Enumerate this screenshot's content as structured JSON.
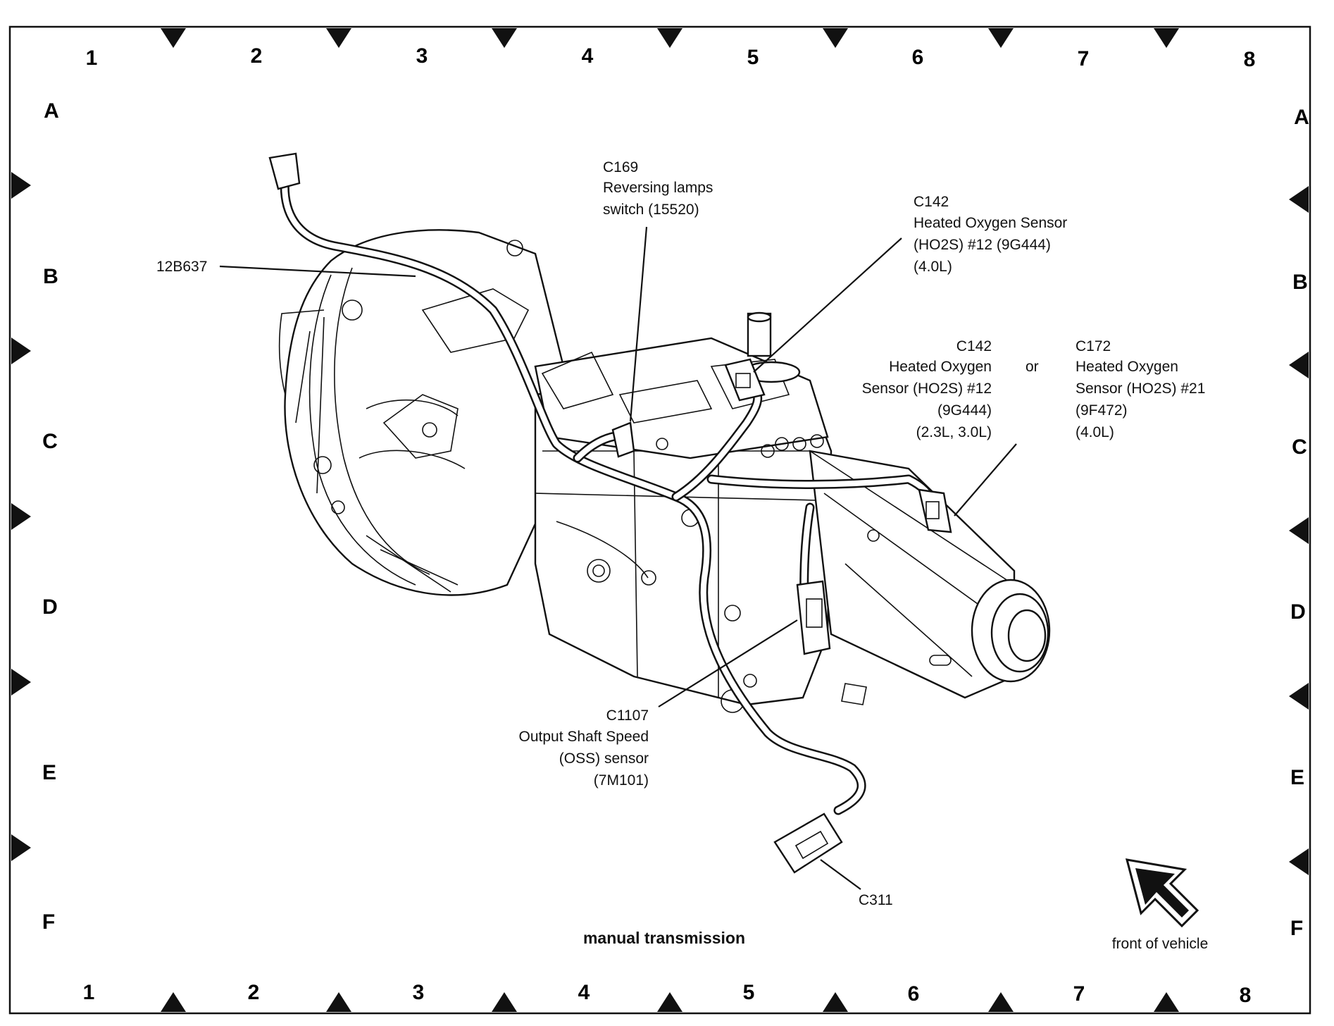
{
  "grid": {
    "columns": [
      "1",
      "2",
      "3",
      "4",
      "5",
      "6",
      "7",
      "8"
    ],
    "rows": [
      "A",
      "B",
      "C",
      "D",
      "E",
      "F"
    ]
  },
  "callouts": {
    "harness": "12B637",
    "c169": [
      "C169",
      "Reversing lamps",
      "switch (15520)"
    ],
    "c142_top": [
      "C142",
      "Heated Oxygen Sensor",
      "(HO2S) #12 (9G444)",
      "(4.0L)"
    ],
    "c142_mid": [
      "C142",
      "Heated Oxygen",
      "Sensor (HO2S) #12",
      "(9G444)",
      "(2.3L, 3.0L)"
    ],
    "or": "or",
    "c172": [
      "C172",
      "Heated Oxygen",
      "Sensor (HO2S) #21",
      "(9F472)",
      "(4.0L)"
    ],
    "c1107": [
      "C1107",
      "Output Shaft Speed",
      "(OSS) sensor",
      "(7M101)"
    ],
    "c311": "C311"
  },
  "caption": "manual transmission",
  "front_label": "front of vehicle"
}
